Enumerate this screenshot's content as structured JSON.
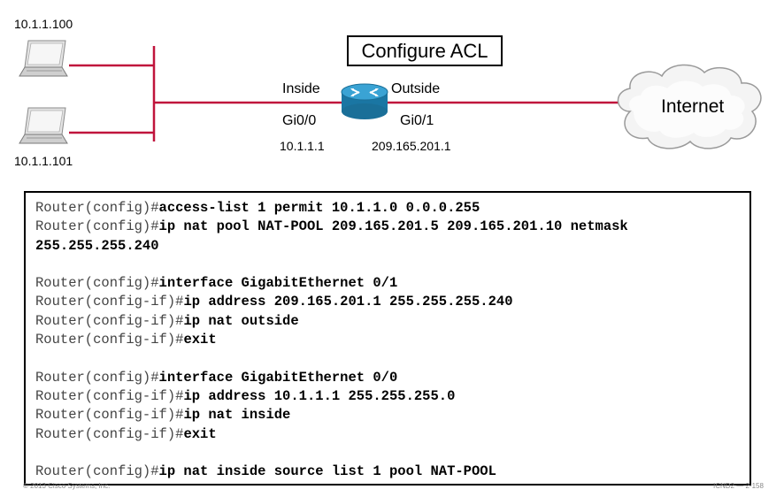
{
  "topology": {
    "pc_top_ip": "10.1.1.100",
    "pc_bottom_ip": "10.1.1.101",
    "router_label": "Configure ACL",
    "inside_label": "Inside",
    "outside_label": "Outside",
    "inside_interface": "Gi0/0",
    "outside_interface": "Gi0/1",
    "inside_ip": "10.1.1.1",
    "outside_ip": "209.165.201.1",
    "cloud_label": "Internet",
    "colors": {
      "link": "#c0143c",
      "router": "#1f8ab8",
      "cloud_edge": "#9a9a9a"
    }
  },
  "config": {
    "lines": [
      {
        "prompt": "Router(config)#",
        "cmd": "access-list 1 permit 10.1.1.0 0.0.0.255"
      },
      {
        "prompt": "Router(config)#",
        "cmd": "ip nat pool NAT-POOL 209.165.201.5 209.165.201.10 netmask"
      },
      {
        "prompt": "",
        "cmd": "255.255.255.240"
      },
      {
        "prompt": "",
        "cmd": ""
      },
      {
        "prompt": "Router(config)#",
        "cmd": "interface GigabitEthernet 0/1"
      },
      {
        "prompt": "Router(config-if)#",
        "cmd": "ip address 209.165.201.1 255.255.255.240"
      },
      {
        "prompt": "Router(config-if)#",
        "cmd": "ip nat outside"
      },
      {
        "prompt": "Router(config-if)#",
        "cmd": "exit"
      },
      {
        "prompt": "",
        "cmd": ""
      },
      {
        "prompt": "Router(config)#",
        "cmd": "interface GigabitEthernet 0/0"
      },
      {
        "prompt": "Router(config-if)#",
        "cmd": "ip address 10.1.1.1 255.255.255.0"
      },
      {
        "prompt": "Router(config-if)#",
        "cmd": "ip nat inside"
      },
      {
        "prompt": "Router(config-if)#",
        "cmd": "exit"
      },
      {
        "prompt": "",
        "cmd": ""
      },
      {
        "prompt": "Router(config)#",
        "cmd": "ip nat inside source list 1 pool NAT-POOL"
      }
    ]
  },
  "footer": {
    "copyright": "© 2013 Cisco Systems, Inc.",
    "slide_ref": "ICND2 — 2-158"
  }
}
